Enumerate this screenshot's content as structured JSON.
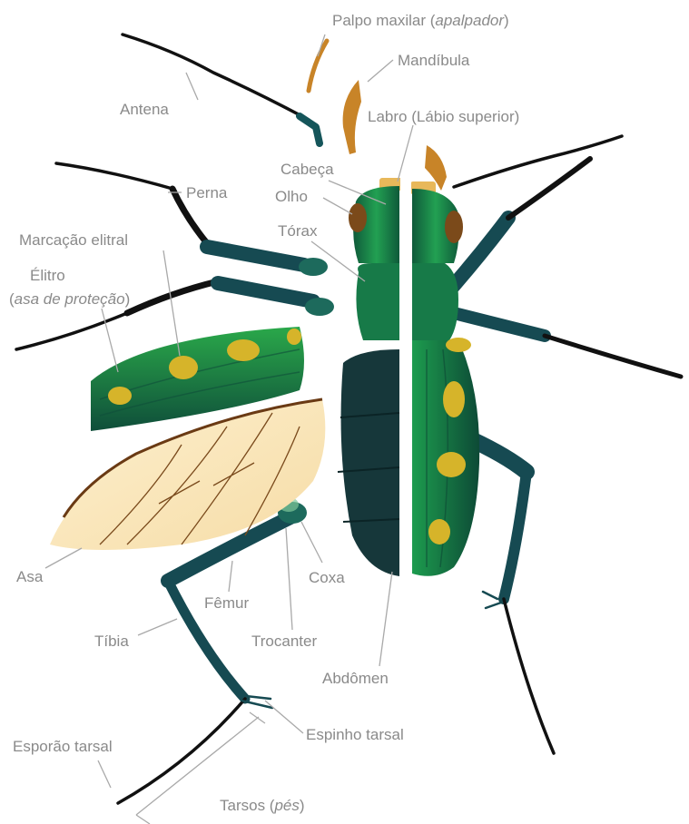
{
  "labels": {
    "palpo": "Palpo maxilar",
    "palpo_italic": "apalpador",
    "mandibula": "Mandíbula",
    "antena": "Antena",
    "labro": "Labro (Lábio superior)",
    "cabeca": "Cabeça",
    "olho": "Olho",
    "perna": "Perna",
    "torax": "Tórax",
    "marcacao": "Marcação elitral",
    "elitro": "Élitro",
    "elitro_italic": "asa de proteção",
    "asa": "Asa",
    "coxa": "Coxa",
    "femur": "Fêmur",
    "tibia": "Tíbia",
    "trocanter": "Trocanter",
    "abdomen": "Abdômen",
    "espinho": "Espinho tarsal",
    "esporao": "Esporão tarsal",
    "tarsos": "Tarsos",
    "tarsos_italic": "pés"
  },
  "colors": {
    "body_green": "#1f8a4a",
    "body_dark_green": "#0f5a3a",
    "leg_teal": "#164a52",
    "abdomen_dark": "#16373a",
    "spot_yellow": "#d6b42a",
    "wing_cream": "#fbe8bf",
    "wing_vein": "#7a4a1c",
    "mouthpart_orange": "#c88428",
    "label_gray": "#8a8a8a"
  }
}
